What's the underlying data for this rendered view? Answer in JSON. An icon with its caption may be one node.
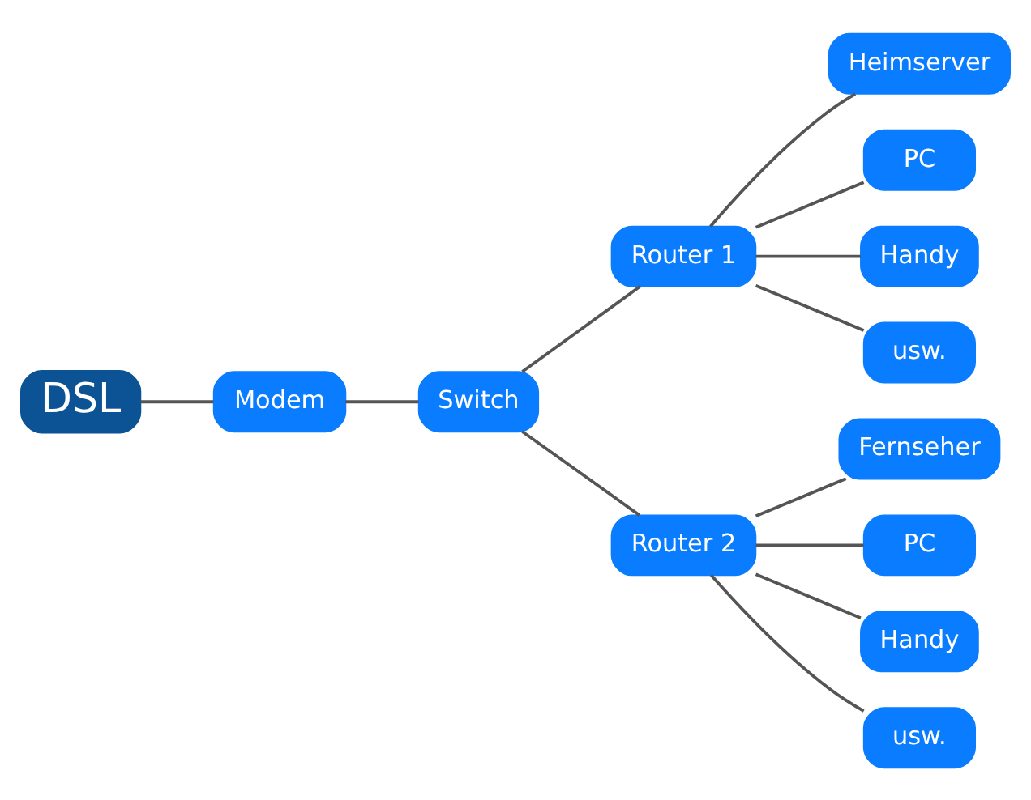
{
  "diagram": {
    "nodes": [
      {
        "text": [
          "DSL"
        ]
      },
      {
        "text": [
          "Modem"
        ]
      },
      {
        "text": [
          "Switch"
        ]
      },
      {
        "text": [
          "Router 1"
        ]
      },
      {
        "text": [
          "Heimserver"
        ]
      },
      {
        "text": [
          "PC"
        ]
      },
      {
        "text": [
          "Handy"
        ]
      },
      {
        "text": [
          "usw."
        ]
      },
      {
        "text": [
          "Router 2"
        ]
      },
      {
        "text": [
          "Fernseher"
        ]
      },
      {
        "text": [
          "PC"
        ]
      },
      {
        "text": [
          "Handy"
        ]
      },
      {
        "text": [
          "usw."
        ]
      }
    ],
    "edges": [
      {
        "from": 0,
        "to": 1,
        "arrow": "none"
      },
      {
        "from": 1,
        "to": 2,
        "arrow": "none"
      },
      {
        "from": 2,
        "to": 3,
        "arrow": "none"
      },
      {
        "from": 3,
        "to": 4,
        "arrow": "none"
      },
      {
        "from": 3,
        "to": 5,
        "arrow": "none"
      },
      {
        "from": 3,
        "to": 6,
        "arrow": "none"
      },
      {
        "from": 3,
        "to": 7,
        "arrow": "none"
      },
      {
        "from": 2,
        "to": 8,
        "arrow": "none"
      },
      {
        "from": 8,
        "to": 9,
        "arrow": "none"
      },
      {
        "from": 8,
        "to": 10,
        "arrow": "none"
      },
      {
        "from": 8,
        "to": 11,
        "arrow": "none"
      },
      {
        "from": 8,
        "to": 12,
        "arrow": "none"
      }
    ]
  }
}
